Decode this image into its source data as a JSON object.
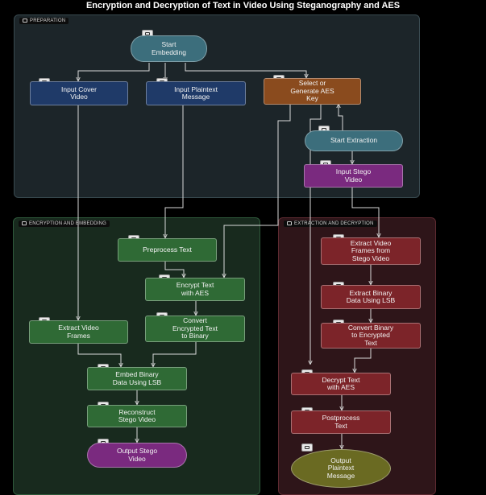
{
  "title": "Encryption and Decryption of Text in Video Using Steganography and AES",
  "clusters": {
    "prep": "PREPARATION",
    "enc": "ENCRYPTION AND EMBEDDING",
    "ext": "EXTRACTION AND DECRYPTION"
  },
  "nodes": {
    "start_embedding": "Start\nEmbedding",
    "input_cover": "Input Cover\nVideo",
    "input_plain": "Input Plaintext\nMessage",
    "select_key": "Select or\nGenerate AES\nKey",
    "start_extraction": "Start Extraction",
    "input_stego": "Input Stego\nVideo",
    "preprocess": "Preprocess Text",
    "encrypt": "Encrypt Text\nwith AES",
    "extract_frames": "Extract Video\nFrames",
    "convert_enc": "Convert\nEncrypted Text\nto Binary",
    "embed": "Embed Binary\nData Using LSB",
    "reconstruct": "Reconstruct\nStego Video",
    "output_stego": "Output Stego\nVideo",
    "extract_frames_stego": "Extract Video\nFrames from\nStego Video",
    "extract_binary": "Extract Binary\nData Using LSB",
    "convert_binary": "Convert Binary\nto Encrypted\nText",
    "decrypt": "Decrypt Text\nwith AES",
    "postprocess": "Postprocess\nText",
    "output_plain": "Output\nPlaintext\nMessage"
  },
  "icons": [
    "play-icon",
    "film-icon",
    "document-icon",
    "key-icon",
    "lock-icon",
    "code-icon",
    "eye-icon"
  ],
  "colors": {
    "teal": "#3c6e7c",
    "navy": "#1f3a68",
    "brown": "#8a4b1e",
    "purple": "#7a2a7f",
    "green": "#2f6a35",
    "red": "#7c2429",
    "olive": "#6a6a22"
  }
}
